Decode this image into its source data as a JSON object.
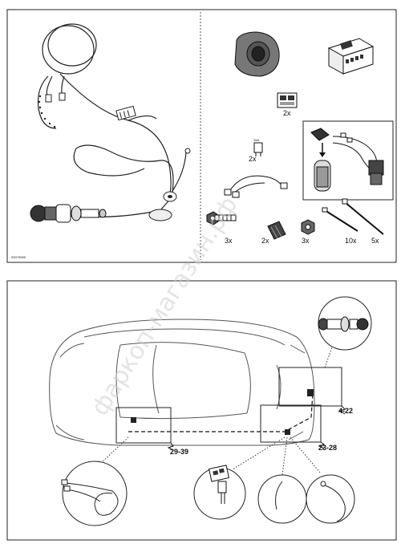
{
  "panel_top": {
    "code": "93079085",
    "items": [
      {
        "id": "socket-7pin",
        "qty": ""
      },
      {
        "id": "control-module",
        "qty": ""
      },
      {
        "id": "relay-connector",
        "qty": "2x"
      },
      {
        "id": "fuse-15a",
        "label": "15A",
        "qty": "2x"
      },
      {
        "id": "screw",
        "qty": "3x"
      },
      {
        "id": "tape",
        "qty": "2x"
      },
      {
        "id": "nut",
        "qty": "3x"
      },
      {
        "id": "cable-tie-short",
        "qty": "10x"
      },
      {
        "id": "cable-tie-long",
        "qty": "5x"
      }
    ]
  },
  "panel_bottom": {
    "ranges": {
      "rear": "4-22",
      "trunk": "23-28",
      "front": "29-39"
    }
  },
  "watermark": "фаркоп-магазин.рф"
}
